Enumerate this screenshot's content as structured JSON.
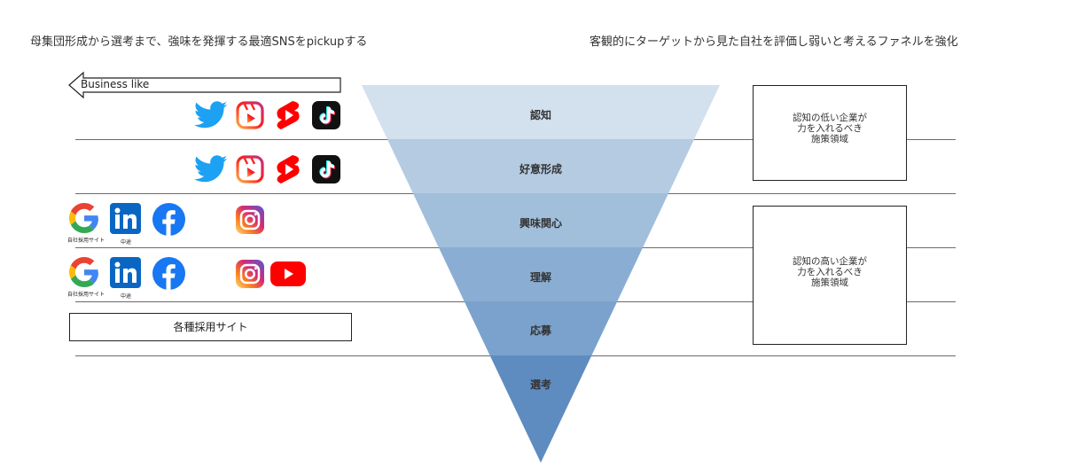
{
  "headings": {
    "left": "母集団形成から選考まで、強味を発揮する最適SNSをpickupする",
    "right": "客観的にターゲットから見た自社を評価し弱いと考えるファネルを強化"
  },
  "arrow_label": "Business like",
  "funnel": {
    "stages": [
      "認知",
      "好意形成",
      "興味関心",
      "理解",
      "応募",
      "選考"
    ],
    "colors": [
      "#d3e0ed",
      "#b4cbe2",
      "#a1bedb",
      "#8aaed3",
      "#7aa2cc",
      "#5e8cc0"
    ]
  },
  "boxes": {
    "low": [
      "認知の低い企業が",
      "力を入れるべき",
      "施策領域"
    ],
    "high": [
      "認知の高い企業が",
      "力を入れるべき",
      "施策領域"
    ]
  },
  "site_box": "各種採用サイト",
  "icon_labels": {
    "google_sub": "自社採用サイト",
    "linkedin_sub": "中途"
  },
  "icon_rows": [
    [
      "twitter-icon",
      "instagram-reels-icon",
      "youtube-shorts-icon",
      "tiktok-icon"
    ],
    [
      "twitter-icon",
      "instagram-reels-icon",
      "youtube-shorts-icon",
      "tiktok-icon"
    ],
    [
      "google-icon",
      "linkedin-icon",
      "facebook-icon",
      "instagram-icon"
    ],
    [
      "google-icon",
      "linkedin-icon",
      "facebook-icon",
      "instagram-icon",
      "youtube-icon"
    ]
  ]
}
